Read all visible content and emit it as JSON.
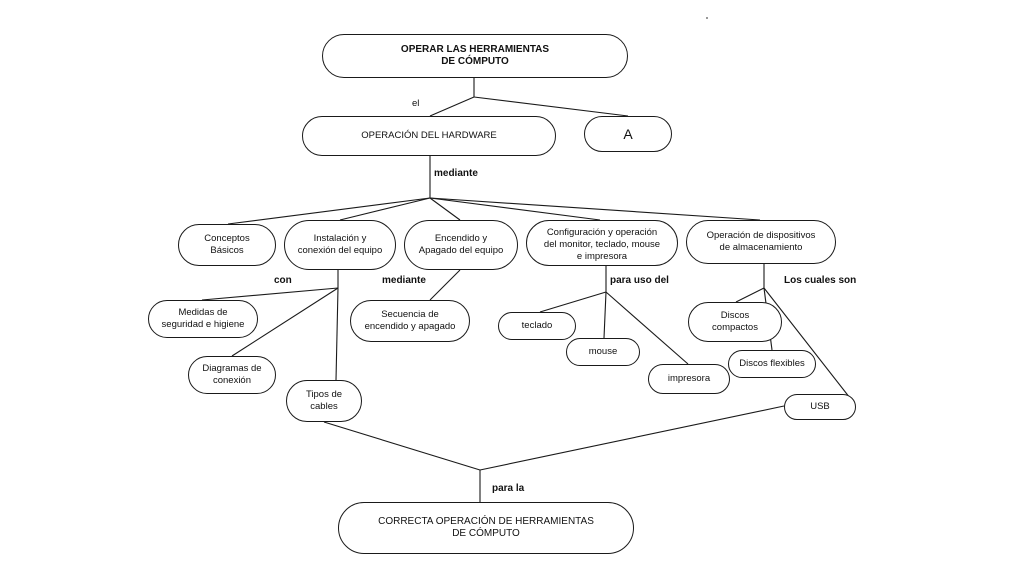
{
  "nodes": {
    "root": "OPERAR LAS HERRAMIENTAS\nDE CÓMPUTO",
    "hardware": "OPERACIÓN DEL HARDWARE",
    "a": "A",
    "conceptos": "Conceptos\nBásicos",
    "instalacion": "Instalación y\nconexión del equipo",
    "encendido": "Encendido y\nApagado del equipo",
    "configuracion": "Configuración y operación\ndel monitor, teclado, mouse\ne impresora",
    "dispositivos": "Operación de dispositivos\nde almacenamiento",
    "medidas": "Medidas de\nseguridad e higiene",
    "diagramas": "Diagramas de\nconexión",
    "tipos": "Tipos de\ncables",
    "secuencia": "Secuencia de\nencendido y apagado",
    "teclado": "teclado",
    "mouse": "mouse",
    "impresora": "impresora",
    "compactos": "Discos\ncompactos",
    "flexibles": "Discos flexibles",
    "usb": "USB",
    "correcta": "CORRECTA OPERACIÓN DE HERRAMIENTAS\nDE CÓMPUTO"
  },
  "labels": {
    "el": "el",
    "mediante1": "mediante",
    "con": "con",
    "mediante2": "mediante",
    "para_uso": "para uso del",
    "los_cuales": "Los cuales son",
    "para_la": "para la"
  }
}
